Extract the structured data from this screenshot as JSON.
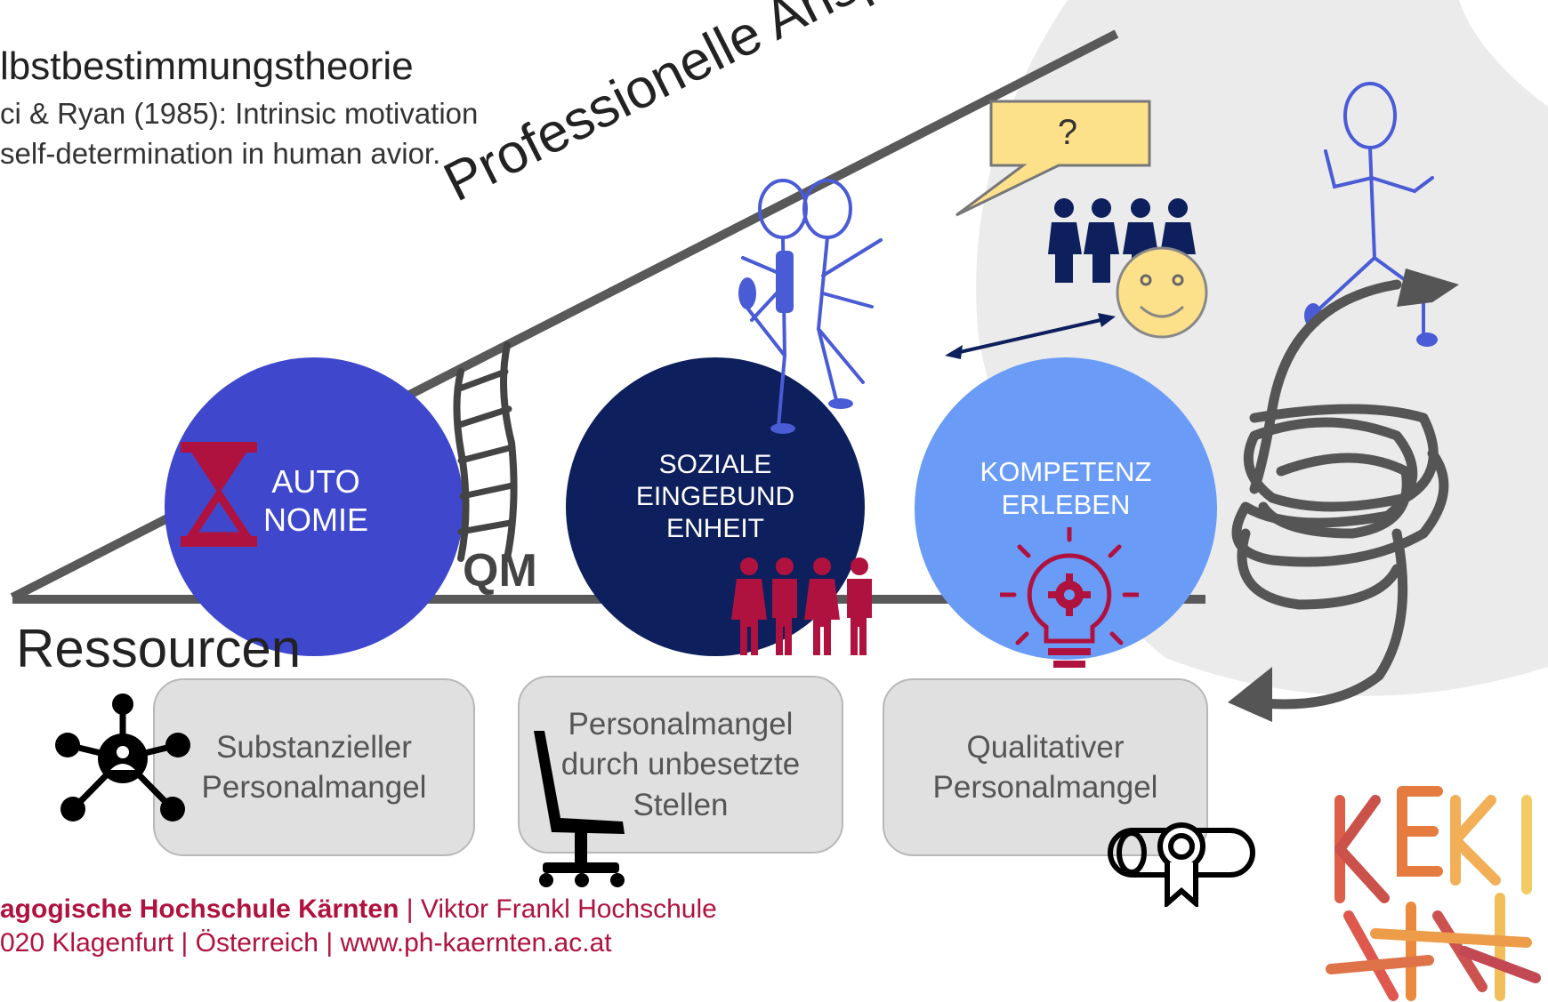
{
  "title": "lbstbestimmungstheorie",
  "subtitle": "ci & Ryan (1985): Intrinsic motivation self-determination in human avior.",
  "slope_label": "Professionelle Ansprüche",
  "speech_bubble": "?",
  "ladder_label": "QM",
  "circles": [
    {
      "label": "AUTO NOMIE",
      "color": "#3f48cc"
    },
    {
      "label": "SOZIALE EINGEBUND ENHEIT",
      "color": "#0d1f5c"
    },
    {
      "label": "KOMPETENZ ERLEBEN",
      "color": "#6a9cf7"
    }
  ],
  "resources_label": "Ressourcen",
  "boxes": [
    {
      "label": "Substanzieller Personalmangel"
    },
    {
      "label": "Personalmangel durch unbesetzte Stellen"
    },
    {
      "label": "Qualitativer Personalmangel"
    }
  ],
  "footer": {
    "org_bold": "agogische Hochschule Kärnten",
    "org_rest": " | Viktor Frankl Hochschule",
    "address": "020 Klagenfurt | Österreich | www.ph-kaernten.ac.at"
  },
  "icons": [
    "hourglass-icon",
    "ladder-icon",
    "family-icon",
    "lightbulb-gear-icon",
    "network-person-icon",
    "office-chair-icon",
    "certificate-icon",
    "group-icon",
    "smiley-icon",
    "stick-figures-icon",
    "scribble-arrow-icon",
    "letters-art-icon"
  ],
  "colors": {
    "accent_red": "#b0123f",
    "circle1": "#3f48cc",
    "circle2": "#0d1f5c",
    "circle3": "#6a9cf7",
    "box_bg": "#e0e0e0"
  }
}
